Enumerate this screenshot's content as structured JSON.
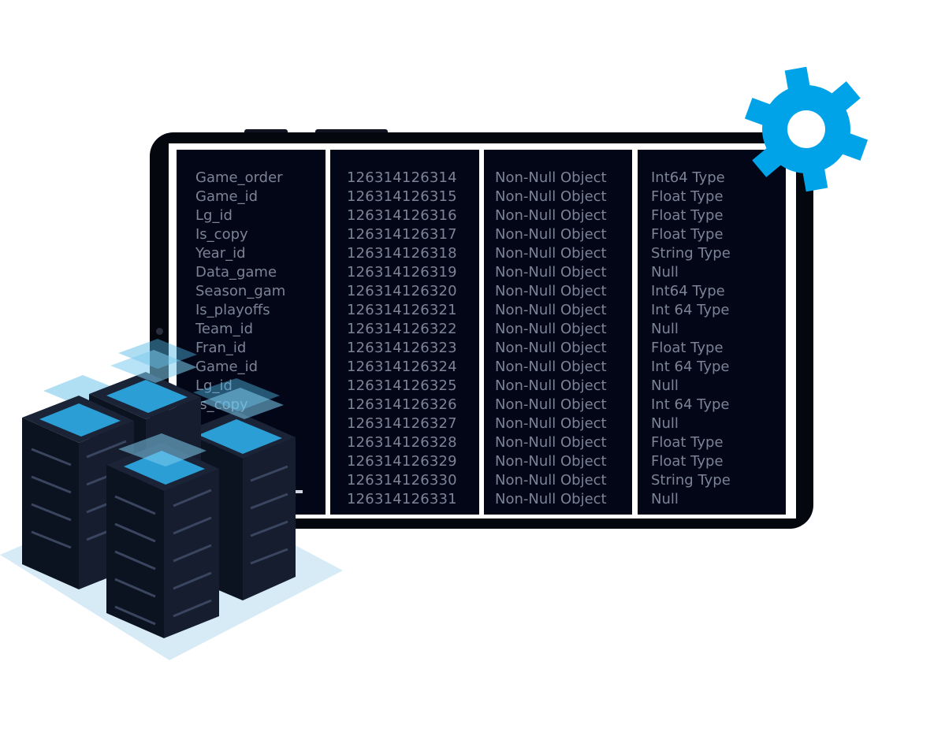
{
  "columns": {
    "field_names": [
      "Game_order",
      "Game_id",
      "Lg_id",
      "Is_copy",
      "Year_id",
      "Data_game",
      "Season_gam",
      "Is_playoffs",
      "Team_id",
      "Fran_id",
      "Game_id",
      "Lg_id",
      "Is_copy"
    ],
    "ids": [
      "126314126314",
      "126314126315",
      "126314126316",
      "126314126317",
      "126314126318",
      "126314126319",
      "126314126320",
      "126314126321",
      "126314126322",
      "126314126323",
      "126314126324",
      "126314126325",
      "126314126326",
      "126314126327",
      "126314126328",
      "126314126329",
      "126314126330",
      "126314126331"
    ],
    "null_status": [
      "Non-Null Object",
      "Non-Null Object",
      "Non-Null Object",
      "Non-Null Object",
      "Non-Null Object",
      "Non-Null Object",
      "Non-Null Object",
      "Non-Null Object",
      "Non-Null Object",
      "Non-Null Object",
      "Non-Null Object",
      "Non-Null Object",
      "Non-Null Object",
      "Non-Null Object",
      "Non-Null Object",
      "Non-Null Object",
      "Non-Null Object",
      "Non-Null Object"
    ],
    "types": [
      "Int64 Type",
      "Float Type",
      "Float Type",
      "Float Type",
      "String Type",
      "Null",
      "Int64 Type",
      "Int 64 Type",
      "Null",
      "Float Type",
      "Int 64 Type",
      "Null",
      "Int 64 Type",
      "Null",
      "Float Type",
      "Float Type",
      "String Type",
      "Null"
    ]
  },
  "colors": {
    "screen_bg": "#020617",
    "text": "#7b8494",
    "accent": "#00a3e8",
    "server_top": "#2b9ed6",
    "floor": "#d6ebf5"
  },
  "icons": [
    "gear-icon",
    "server-rack-icon"
  ]
}
